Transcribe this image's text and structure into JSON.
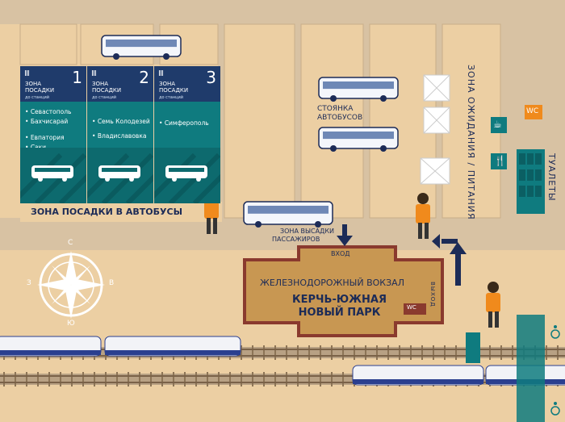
{
  "colors": {
    "background": "#eccfa3",
    "road": "#d9c4a6",
    "navy": "#1f3b6b",
    "teal": "#0f7b7f",
    "station": "#c89752",
    "station_border": "#8a3a2e"
  },
  "platforms": [
    {
      "number": "1",
      "zone_line1": "ЗОНА",
      "zone_line2": "ПОСАДКИ",
      "sub": "до станций",
      "rail_icon": "rail-icon",
      "destinations": [
        "Севастополь",
        "Бахчисарай",
        "Евпатория",
        "Саки"
      ]
    },
    {
      "number": "2",
      "zone_line1": "ЗОНА",
      "zone_line2": "ПОСАДКИ",
      "sub": "до станций",
      "rail_icon": "rail-icon",
      "destinations": [
        "Семь Колодезей",
        "Владиславовка"
      ]
    },
    {
      "number": "3",
      "zone_line1": "ЗОНА",
      "zone_line2": "ПОСАДКИ",
      "sub": "до станций",
      "rail_icon": "rail-icon",
      "destinations": [
        "Симферополь"
      ]
    }
  ],
  "labels": {
    "boarding_zone": "ЗОНА ПОСАДКИ В АВТОБУСЫ",
    "bus_parking_1": "СТОЯНКА",
    "bus_parking_2": "АВТОБУСОВ",
    "dropoff_1": "ЗОНА ВЫСАДКИ",
    "dropoff_2": "ПАССАЖИРОВ",
    "waiting_zone": "ЗОНА ОЖИДАНИЯ / ПИТАНИЯ",
    "toilets": "ТУАЛЕТЫ",
    "wc": "WC",
    "entrance": "ВХОД",
    "exit": "ВЫХОД",
    "station_type": "ЖЕЛЕЗНОДОРОЖНЫЙ ВОКЗАЛ",
    "station_name_1": "КЕРЧЬ-ЮЖНАЯ",
    "station_name_2": "НОВЫЙ ПАРК",
    "station_wc": "WC"
  },
  "compass": {
    "north": "С",
    "south": "Ю",
    "west": "З",
    "east": "В"
  },
  "icons": [
    "bus-icon",
    "coffee-icon",
    "fork-knife-icon",
    "wheelchair-icon",
    "person-icon",
    "arrow-down-icon",
    "arrow-up-icon"
  ]
}
